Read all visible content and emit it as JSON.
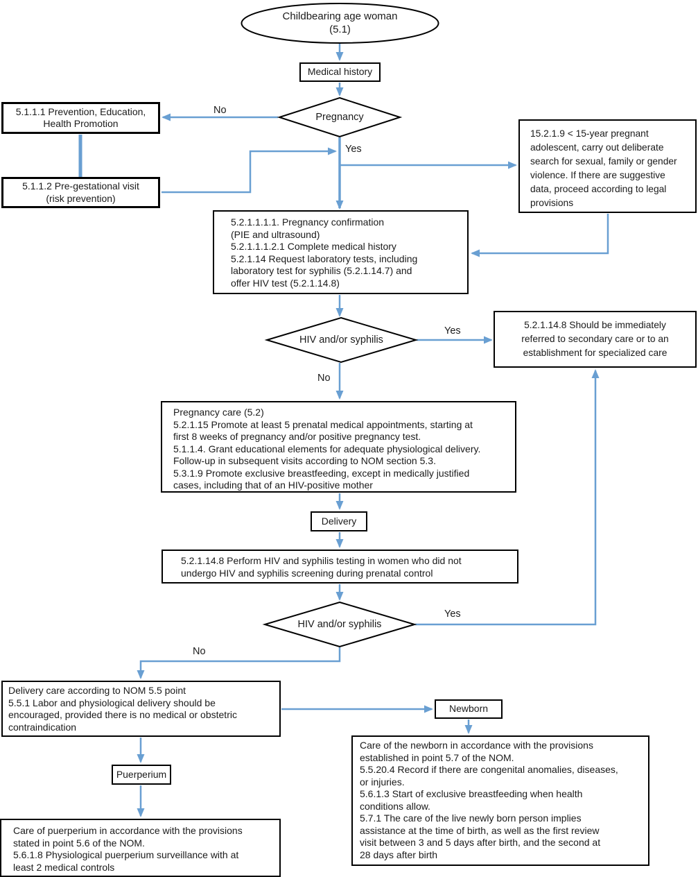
{
  "colors": {
    "connector": "#699fd2",
    "border": "#000000",
    "text": "#1a1a1a",
    "background": "#ffffff"
  },
  "nodes": {
    "start": {
      "label": "Childbearing age woman\n(5.1)"
    },
    "medical_history": {
      "label": "Medical history"
    },
    "pregnancy_decision": {
      "label": "Pregnancy"
    },
    "prevention": {
      "label": "5.1.1.1 Prevention, Education,\nHealth Promotion"
    },
    "pregestational": {
      "label": "5.1.1.2 Pre-gestational visit\n(risk prevention)"
    },
    "adolescent": {
      "label": "15.2.1.9 < 15-year pregnant\nadolescent, carry out deliberate\nsearch for sexual, family or gender\nviolence. If there are suggestive\ndata, proceed according to legal\nprovisions"
    },
    "confirmation": {
      "label": "5.2.1.1.1.1. Pregnancy confirmation\n(PIE and ultrasound)\n5.2.1.1.1.2.1 Complete medical history\n5.2.1.14 Request laboratory tests, including\nlaboratory test for syphilis (5.2.1.14.7) and\noffer HIV test (5.2.1.14.8)"
    },
    "hiv_decision_1": {
      "label": "HIV and/or syphilis"
    },
    "referral": {
      "label": "5.2.1.14.8 Should be immediately\nreferred to secondary care or to an\nestablishment for specialized care"
    },
    "pregnancy_care": {
      "label": "Pregnancy care (5.2)\n5.2.1.15 Promote at least 5 prenatal medical appointments, starting at\nfirst 8 weeks of pregnancy and/or positive pregnancy test.\n5.1.1.4. Grant educational elements for adequate physiological delivery.\nFollow-up in subsequent visits according to NOM section 5.3.\n5.3.1.9 Promote exclusive breastfeeding, except in medically justified\ncases, including that of an HIV-positive mother"
    },
    "delivery": {
      "label": "Delivery"
    },
    "perform_test": {
      "label": "5.2.1.14.8 Perform HIV and syphilis testing in women who did not\nundergo HIV and syphilis screening during prenatal control"
    },
    "hiv_decision_2": {
      "label": "HIV and/or syphilis"
    },
    "delivery_care": {
      "label": "Delivery care according to NOM 5.5 point\n5.5.1 Labor and physiological delivery should be\nencouraged, provided there is no medical or obstetric\ncontraindication"
    },
    "newborn": {
      "label": "Newborn"
    },
    "newborn_care": {
      "label": "Care of the newborn in accordance with the provisions\nestablished in point 5.7 of the NOM.\n5.5.20.4 Record if there are congenital anomalies, diseases,\nor injuries.\n5.6.1.3 Start of exclusive breastfeeding when health\nconditions allow.\n5.7.1 The care of the live newly born person implies\nassistance at the time of birth, as well as the first review\nvisit between 3 and 5 days after birth, and the second at\n28 days after birth"
    },
    "puerperium": {
      "label": "Puerperium"
    },
    "puerperium_care": {
      "label": "Care of puerperium in accordance with the provisions\nstated in point 5.6 of the NOM.\n5.6.1.8 Physiological puerperium surveillance with at\nleast 2 medical controls"
    }
  },
  "edge_labels": {
    "pregnancy_no": "No",
    "pregnancy_yes": "Yes",
    "hiv1_yes": "Yes",
    "hiv1_no": "No",
    "hiv2_yes": "Yes",
    "hiv2_no": "No"
  }
}
